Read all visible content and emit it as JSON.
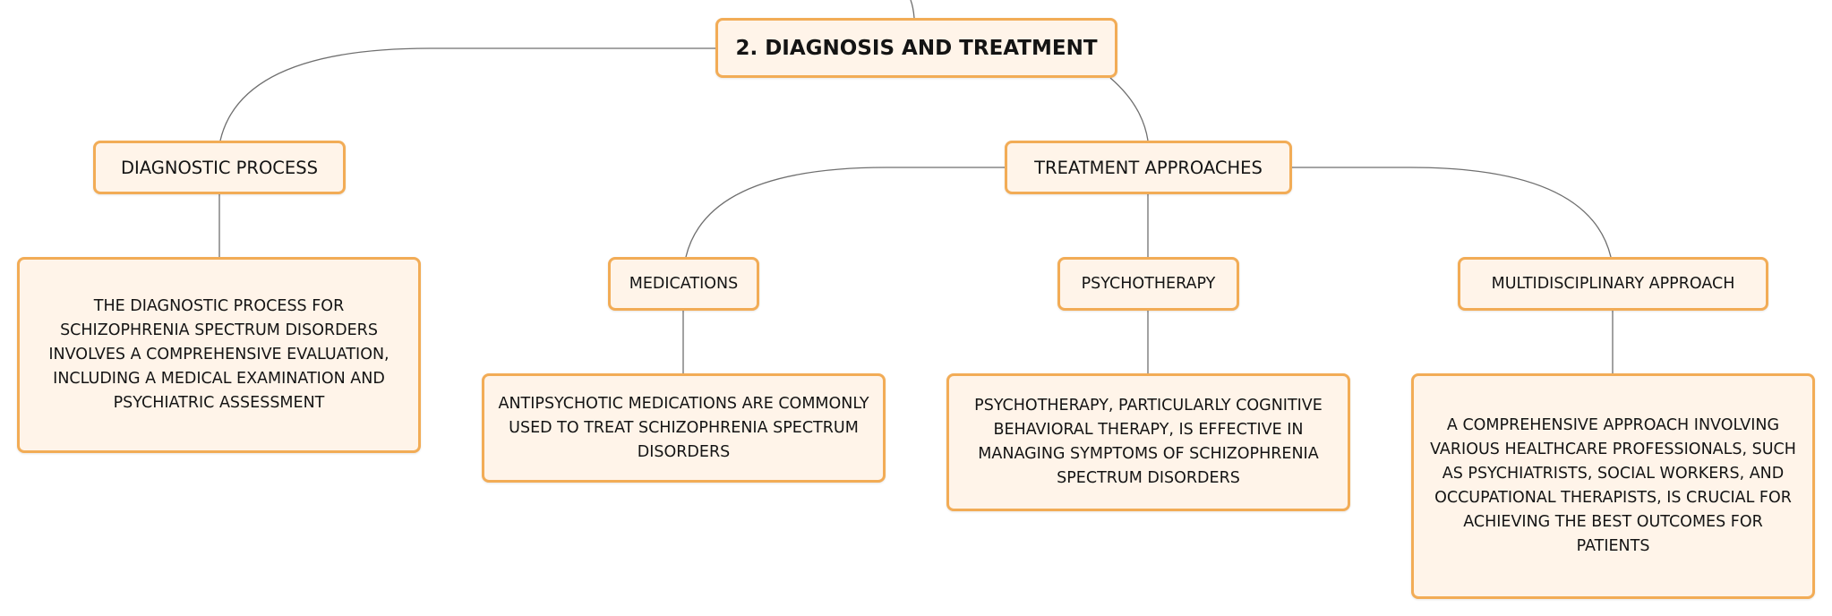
{
  "colors": {
    "node_fill": "#fff4e9",
    "node_border": "#f2ac56",
    "connector": "#6f6f6f",
    "text": "#141414"
  },
  "root": {
    "title": "2. DIAGNOSIS AND TREATMENT"
  },
  "branches": {
    "diagnostic": {
      "label": "DIAGNOSTIC PROCESS",
      "detail": "THE DIAGNOSTIC PROCESS FOR SCHIZOPHRENIA SPECTRUM DISORDERS INVOLVES A COMPREHENSIVE EVALUATION, INCLUDING A MEDICAL EXAMINATION AND PSYCHIATRIC ASSESSMENT"
    },
    "treatment": {
      "label": "TREATMENT APPROACHES",
      "children": {
        "medications": {
          "label": "MEDICATIONS",
          "detail": "ANTIPSYCHOTIC MEDICATIONS ARE COMMONLY USED TO TREAT SCHIZOPHRENIA SPECTRUM DISORDERS"
        },
        "psychotherapy": {
          "label": "PSYCHOTHERAPY",
          "detail": "PSYCHOTHERAPY, PARTICULARLY COGNITIVE BEHAVIORAL THERAPY, IS EFFECTIVE IN MANAGING SYMPTOMS OF SCHIZOPHRENIA SPECTRUM DISORDERS"
        },
        "multidisciplinary": {
          "label": "MULTIDISCIPLINARY APPROACH",
          "detail": "A COMPREHENSIVE APPROACH INVOLVING VARIOUS HEALTHCARE PROFESSIONALS, SUCH AS PSYCHIATRISTS, SOCIAL WORKERS, AND OCCUPATIONAL THERAPISTS, IS CRUCIAL FOR ACHIEVING THE BEST OUTCOMES FOR PATIENTS"
        }
      }
    }
  }
}
